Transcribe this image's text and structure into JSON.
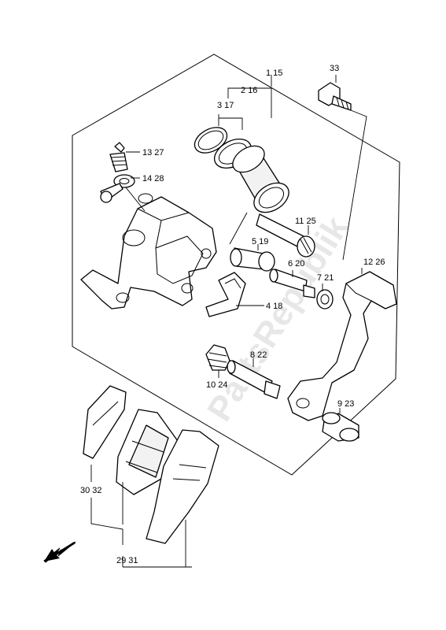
{
  "watermark": "PartsRepublik",
  "callouts": {
    "c1_15": "1 15",
    "c2_16": "2 16",
    "c3_17": "3 17",
    "c33": "33",
    "c13_27": "13 27",
    "c14_28": "14 28",
    "c11_25": "11 25",
    "c5_19": "5 19",
    "c6_20": "6 20",
    "c12_26": "12 26",
    "c7_21": "7 21",
    "c4_18": "4 18",
    "c8_22": "8 22",
    "c10_24": "10 24",
    "c9_23": "9 23",
    "c30_32": "30 32",
    "c29_31": "29 31"
  }
}
